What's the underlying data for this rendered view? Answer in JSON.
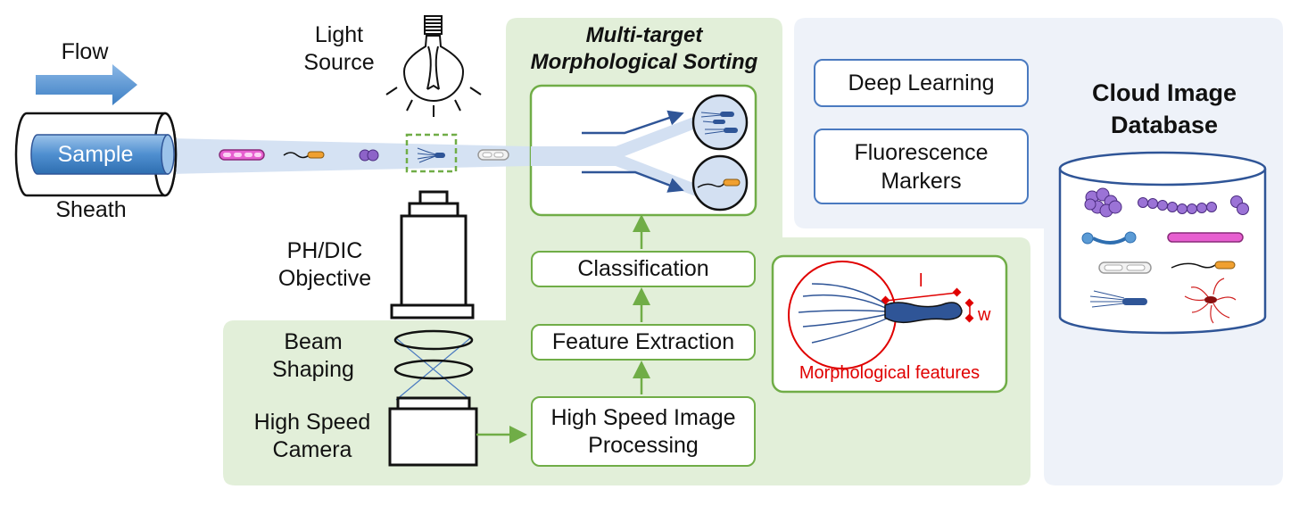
{
  "flow": {
    "label": "Flow"
  },
  "light_source": {
    "label_line1": "Light",
    "label_line2": "Source"
  },
  "sample": {
    "label": "Sample",
    "sheath_label": "Sheath"
  },
  "objective": {
    "label_line1": "PH/DIC",
    "label_line2": "Objective"
  },
  "beam_shaping": {
    "label_line1": "Beam",
    "label_line2": "Shaping"
  },
  "camera": {
    "label_line1": "High Speed",
    "label_line2": "Camera"
  },
  "sorting": {
    "title_line1": "Multi-target",
    "title_line2": "Morphological Sorting"
  },
  "pipeline": {
    "classification": "Classification",
    "feature_extraction": "Feature Extraction",
    "image_processing_line1": "High Speed Image",
    "image_processing_line2": "Processing"
  },
  "features": {
    "caption": "Morphological features",
    "length_symbol": "l",
    "width_symbol": "w"
  },
  "cloud": {
    "deep_learning": "Deep Learning",
    "fluorescence_line1": "Fluorescence",
    "fluorescence_line2": "Markers",
    "title_line1": "Cloud Image",
    "title_line2": "Database"
  },
  "colors": {
    "green_panel": "#e2efd9",
    "green_border": "#70ad47",
    "cloud_panel": "#eef2f9",
    "blue_arrow": "#5b9bd5",
    "annotation_red": "#e00000"
  },
  "icons": [
    "light-bulb-icon",
    "objective-icon",
    "camera-icon",
    "bacteria-icon"
  ]
}
